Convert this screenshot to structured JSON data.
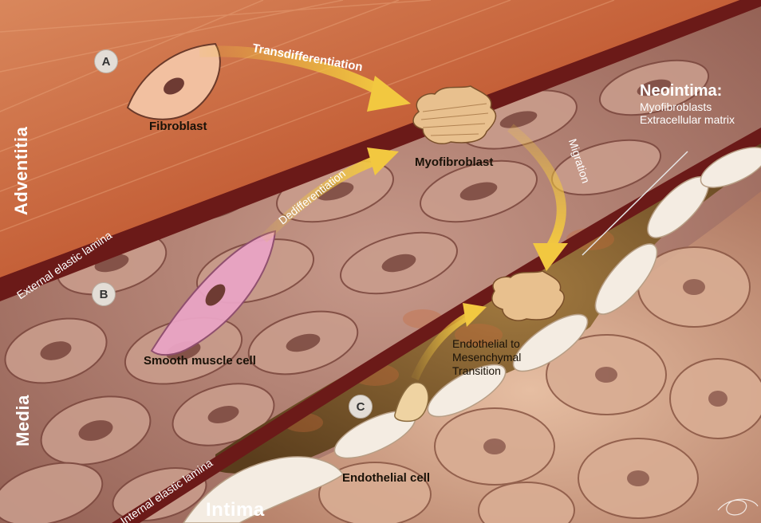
{
  "tissue_layers": {
    "adventitia": "Adventitia",
    "media": "Media",
    "intima": "Intima"
  },
  "laminae": {
    "external": "External elastic lamina",
    "internal": "Internal elastic lamina"
  },
  "markers": {
    "a": "A",
    "b": "B",
    "c": "C"
  },
  "cells": {
    "fibroblast": "Fibroblast",
    "smooth_muscle_cell": "Smooth muscle cell",
    "myofibroblast": "Myofibroblast",
    "endothelial_cell": "Endothelial cell"
  },
  "processes": {
    "transdifferentiation": "Transdifferentiation",
    "dedifferentiation": "Dedifferentiation",
    "migration": "Migration",
    "endmt_line1": "Endothelial to",
    "endmt_line2": "Mesenchymal",
    "endmt_line3": "Transition"
  },
  "neointima": {
    "title": "Neointima:",
    "line1": "Myofibroblasts",
    "line2": "Extracellular matrix"
  },
  "colors": {
    "adventitia": "#c6623a",
    "media": "#b88472",
    "neointima": "#7a5a2e",
    "intima": "#d7a88c",
    "lamina": "#6b1a18",
    "arrow": "#f2c840"
  }
}
